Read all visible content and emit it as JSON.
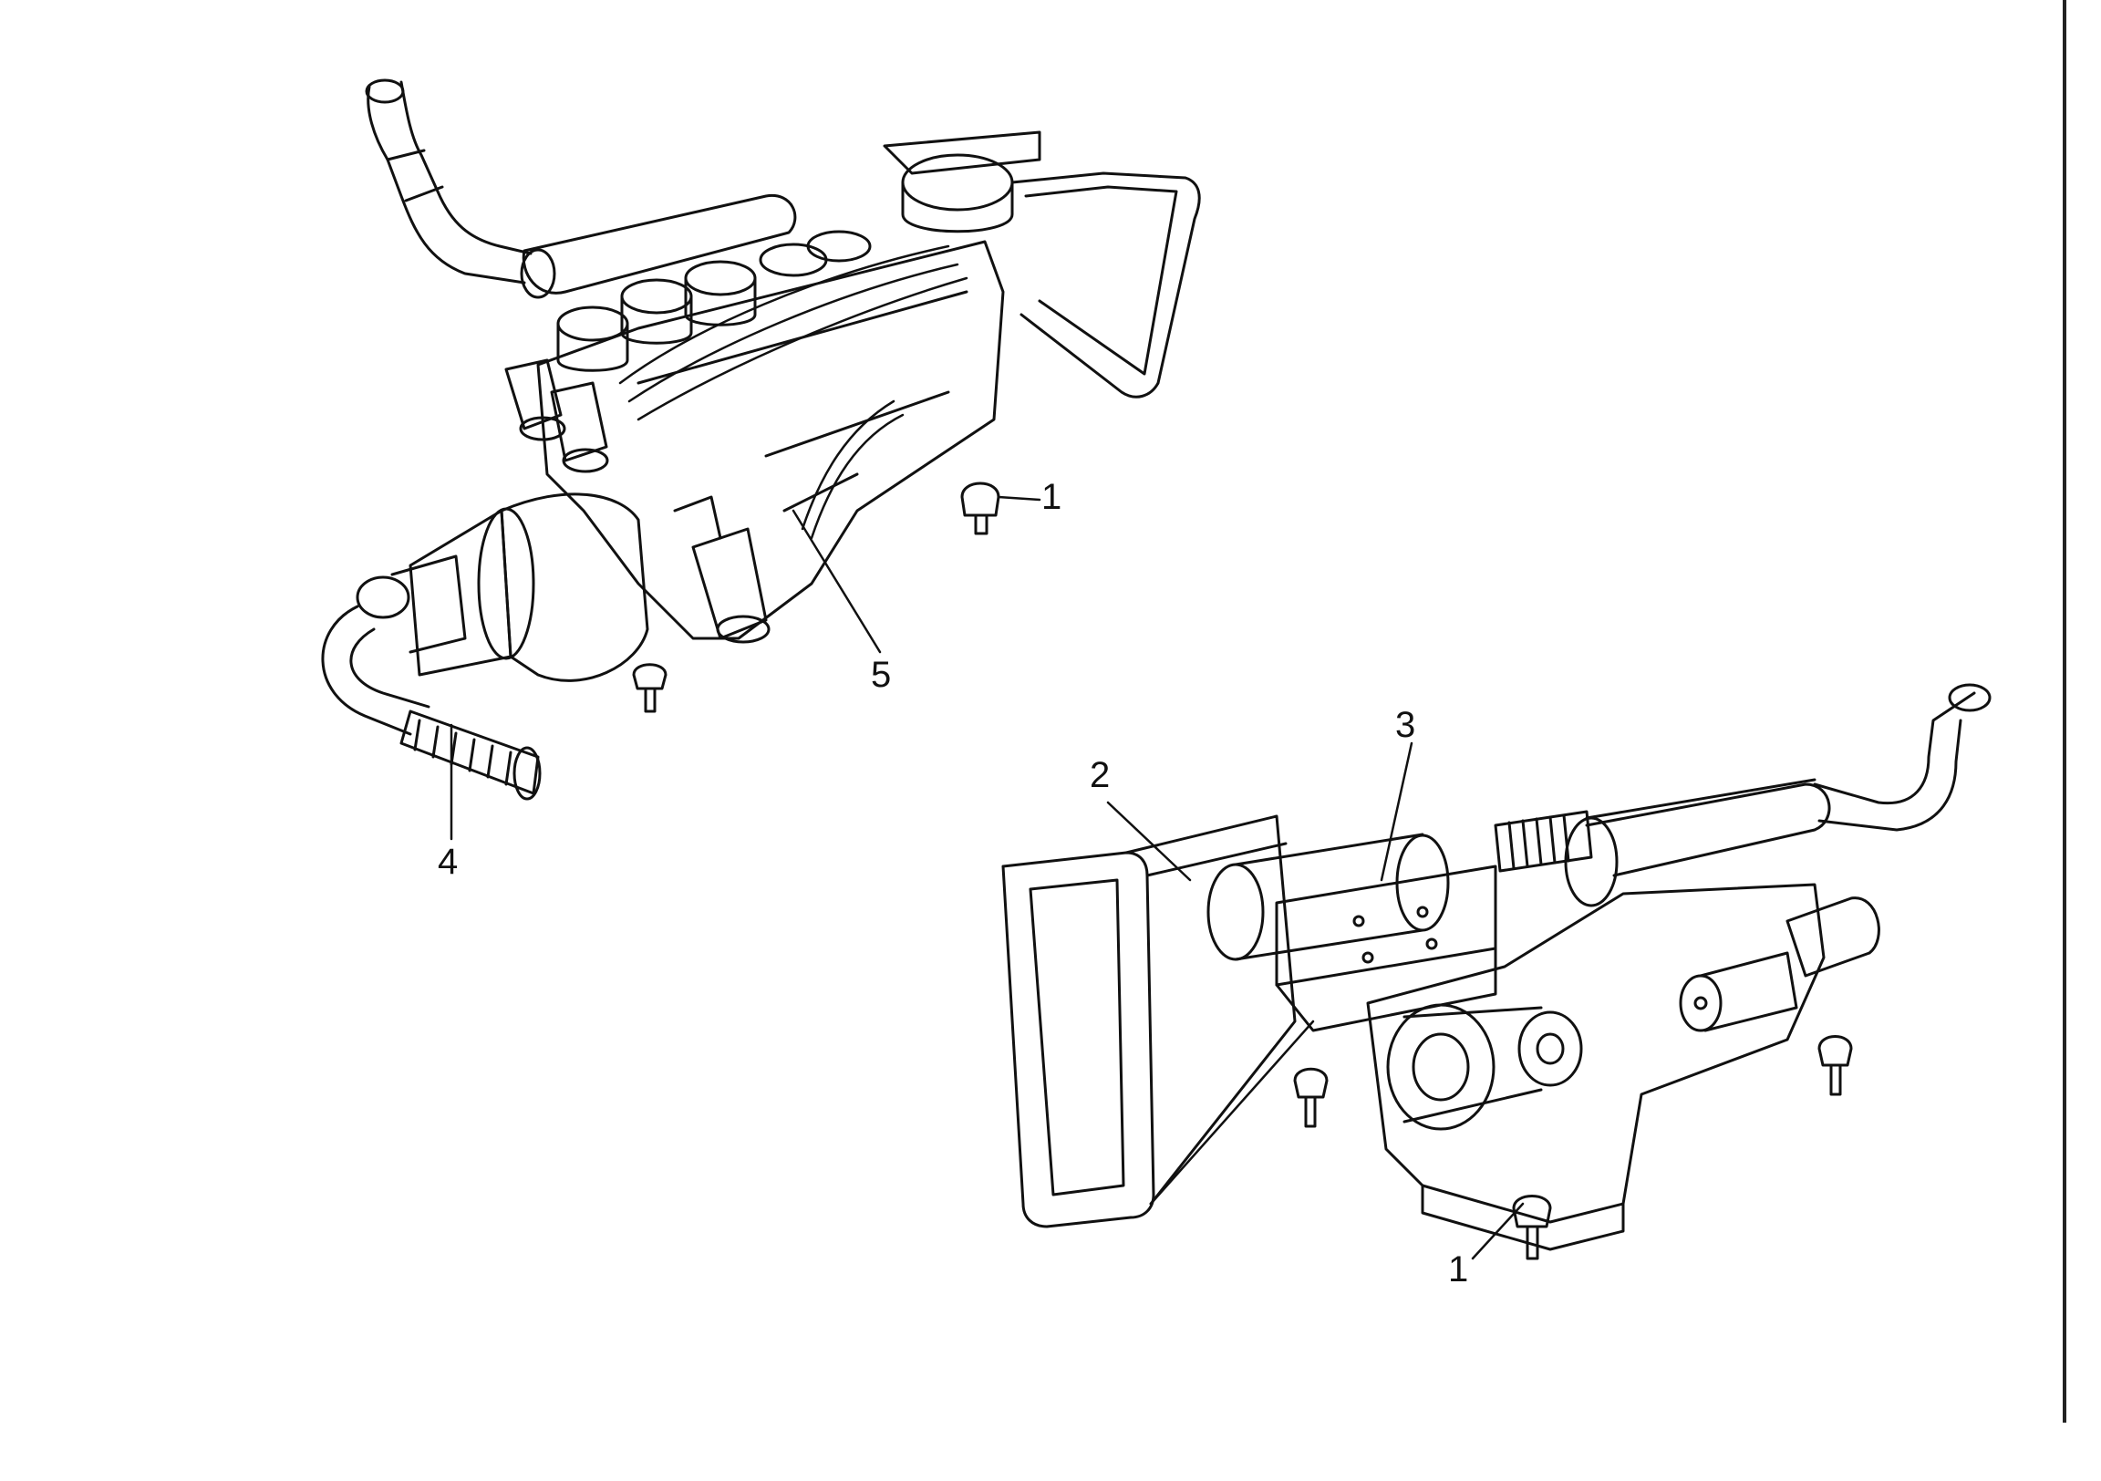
{
  "callouts": {
    "engine_mount_top": "1",
    "engine_mount_bottom": "1",
    "air_duct": "2",
    "muffler_bracket": "3",
    "exhaust_flex_pipe": "4",
    "fuel_line": "5"
  },
  "colors": {
    "ink": "#111111",
    "paper": "#ffffff"
  }
}
